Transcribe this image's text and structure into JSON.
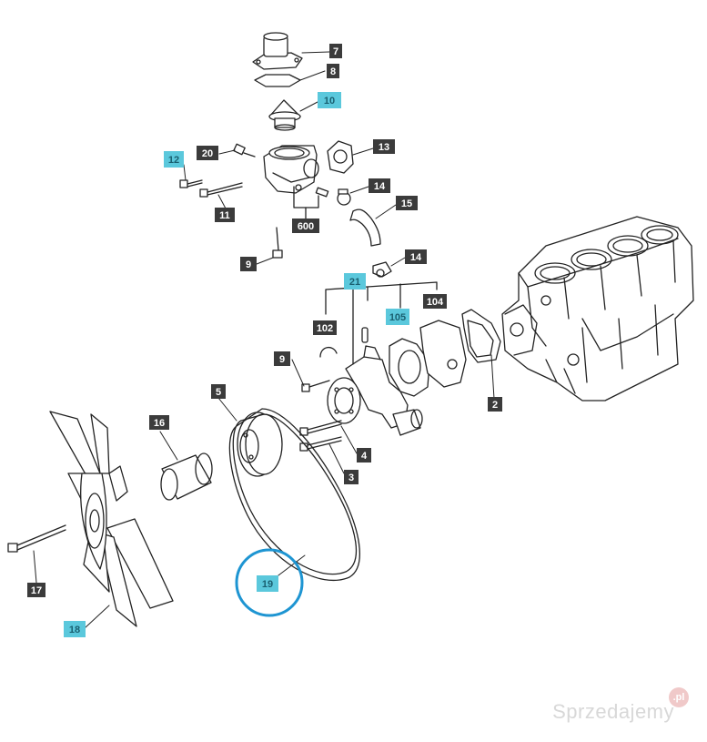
{
  "colors": {
    "dark_tag": "#3b3b3b",
    "light_tag": "#5bc8dc",
    "highlight_circle": "#1e95d2",
    "line": "#222222"
  },
  "callouts": [
    {
      "label": "7",
      "style": "dark"
    },
    {
      "label": "8",
      "style": "dark"
    },
    {
      "label": "10",
      "style": "light"
    },
    {
      "label": "12",
      "style": "light"
    },
    {
      "label": "20",
      "style": "dark"
    },
    {
      "label": "13",
      "style": "dark"
    },
    {
      "label": "14",
      "style": "dark"
    },
    {
      "label": "11",
      "style": "dark"
    },
    {
      "label": "15",
      "style": "dark"
    },
    {
      "label": "600",
      "style": "dark"
    },
    {
      "label": "9",
      "style": "dark"
    },
    {
      "label": "14",
      "style": "dark"
    },
    {
      "label": "21",
      "style": "light"
    },
    {
      "label": "102",
      "style": "dark"
    },
    {
      "label": "105",
      "style": "light"
    },
    {
      "label": "104",
      "style": "dark"
    },
    {
      "label": "9",
      "style": "dark"
    },
    {
      "label": "5",
      "style": "dark"
    },
    {
      "label": "2",
      "style": "dark"
    },
    {
      "label": "16",
      "style": "dark"
    },
    {
      "label": "4",
      "style": "dark"
    },
    {
      "label": "3",
      "style": "dark"
    },
    {
      "label": "17",
      "style": "dark"
    },
    {
      "label": "19",
      "style": "light"
    },
    {
      "label": "18",
      "style": "light"
    }
  ],
  "watermark": {
    "text": "Sprzedajemy",
    "badge": ".pl"
  }
}
